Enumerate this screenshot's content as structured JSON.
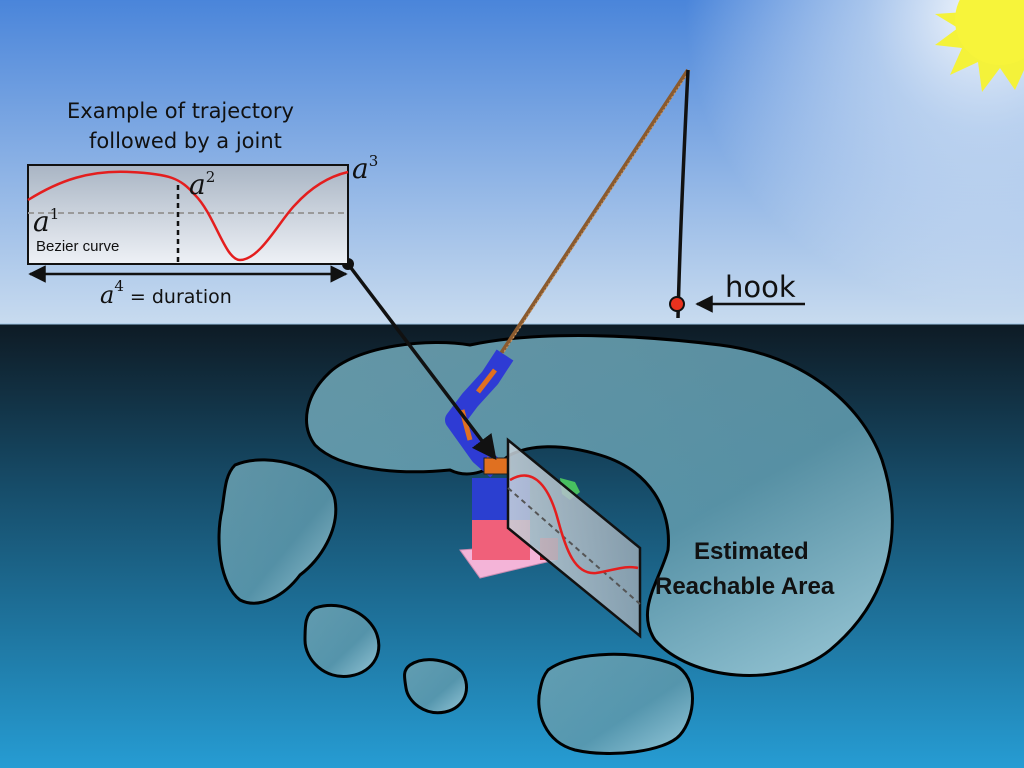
{
  "inset": {
    "title_line1": "Example of trajectory",
    "title_line2": "followed by a joint",
    "curve_label": "Bezier curve",
    "a1_base": "a",
    "a1_sup": "1",
    "a2_base": "a",
    "a2_sup": "2",
    "a3_base": "a",
    "a3_sup": "3",
    "a4_base": "a",
    "a4_sup": "4",
    "duration_label": "= duration"
  },
  "hook_label": "hook",
  "area_label_line1": "Estimated",
  "area_label_line2": "Reachable Area",
  "colors": {
    "sky_top": "#5a93dc",
    "sky_bottom": "#c9dcf0",
    "water_top": "#10202c",
    "water_bottom": "#2497cf",
    "sun": "#fff200",
    "curve": "#e41e1e",
    "hook_ball": "#e8321e",
    "blob_fill": "#7bb0c0"
  }
}
